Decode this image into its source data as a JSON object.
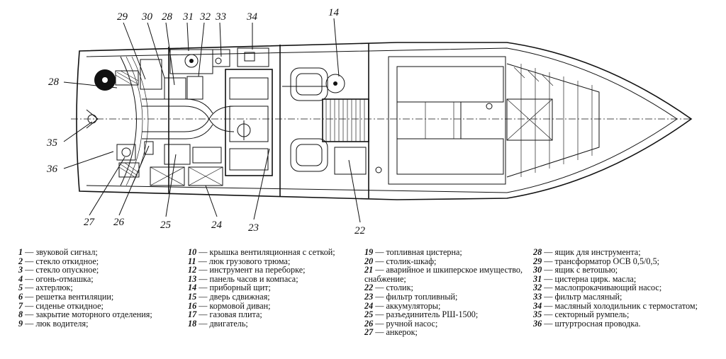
{
  "callouts": {
    "n14": "14",
    "n22": "22",
    "n23": "23",
    "n24": "24",
    "n25": "25",
    "n26": "26",
    "n27": "27",
    "n28": "28",
    "n29": "29",
    "n30": "30",
    "n31": "31",
    "n32": "32",
    "n33": "33",
    "n34": "34",
    "n35": "35",
    "n36": "36"
  },
  "legend": {
    "col1": [
      {
        "num": "1",
        "text": "звуковой сигнал;"
      },
      {
        "num": "2",
        "text": "стекло откидное;"
      },
      {
        "num": "3",
        "text": "стекло опускное;"
      },
      {
        "num": "4",
        "text": "огонь-отмашка;"
      },
      {
        "num": "5",
        "text": "ахтерлюк;"
      },
      {
        "num": "6",
        "text": "решетка вентиляции;"
      },
      {
        "num": "7",
        "text": "сиденье откидное;"
      },
      {
        "num": "8",
        "text": "закрытие моторного отделения;"
      },
      {
        "num": "9",
        "text": "люк водителя;"
      }
    ],
    "col2": [
      {
        "num": "10",
        "text": "крышка вентиляционная с сеткой;"
      },
      {
        "num": "11",
        "text": "люк грузового трюма;"
      },
      {
        "num": "12",
        "text": "инструмент на переборке;"
      },
      {
        "num": "13",
        "text": "панель часов и компаса;"
      },
      {
        "num": "14",
        "text": "приборный щит;"
      },
      {
        "num": "15",
        "text": "дверь сдвижная;"
      },
      {
        "num": "16",
        "text": "кормовой диван;"
      },
      {
        "num": "17",
        "text": "газовая плита;"
      },
      {
        "num": "18",
        "text": "двигатель;"
      }
    ],
    "col3": [
      {
        "num": "19",
        "text": "топливная цистерна;"
      },
      {
        "num": "20",
        "text": "столик-шкаф;"
      },
      {
        "num": "21",
        "text": "аварийное и шкиперское имущество, снабжение;"
      },
      {
        "num": "22",
        "text": "столик;"
      },
      {
        "num": "23",
        "text": "фильтр топливный;"
      },
      {
        "num": "24",
        "text": "аккумуляторы;"
      },
      {
        "num": "25",
        "text": "разъединитель РШ-1500;"
      },
      {
        "num": "26",
        "text": "ручной насос;"
      },
      {
        "num": "27",
        "text": "анкерок;"
      }
    ],
    "col4": [
      {
        "num": "28",
        "text": "ящик для инструмента;"
      },
      {
        "num": "29",
        "text": "трансформатор ОСВ 0,5/0,5;"
      },
      {
        "num": "30",
        "text": "ящик с ветошью;"
      },
      {
        "num": "31",
        "text": "цистерна цирк. масла;"
      },
      {
        "num": "32",
        "text": "маслопрокачивающий насос;"
      },
      {
        "num": "33",
        "text": "фильтр масляный;"
      },
      {
        "num": "34",
        "text": "масляный холодильник с термостатом;"
      },
      {
        "num": "35",
        "text": "секторный румпель;"
      },
      {
        "num": "36",
        "text": "штуртросная проводка."
      }
    ]
  }
}
